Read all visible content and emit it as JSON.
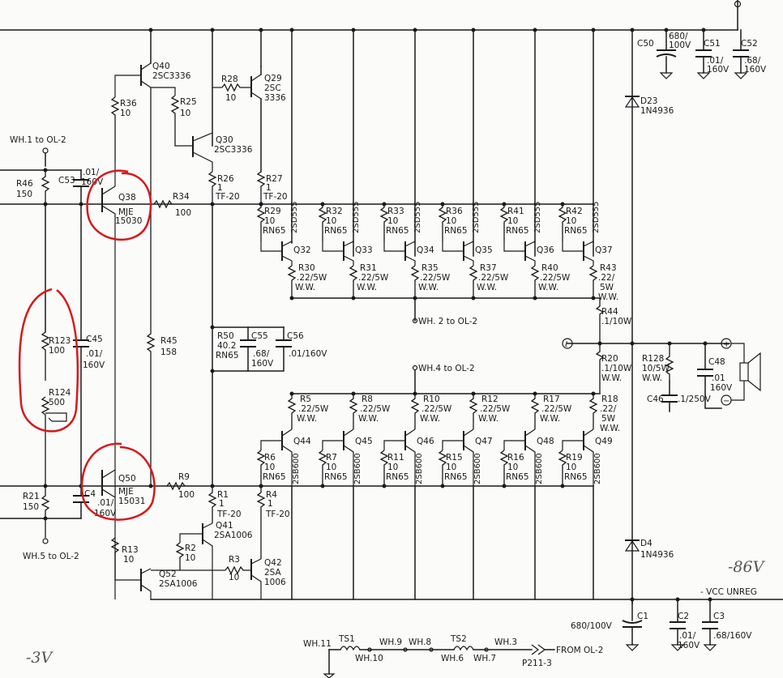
{
  "colors": {
    "ink": "#1a1a1a",
    "paper": "#fbfbfa",
    "annotation": "#d41a1a",
    "pencil": "#555555"
  },
  "notes": {
    "vneg": "-86V",
    "vneg3": "-3V"
  },
  "nets": {
    "wh1": "WH.1 to OL-2",
    "wh2": "WH. 2 to OL-2",
    "wh4": "WH.4 to OL-2",
    "wh5": "WH.5 to OL-2",
    "vcc": "- VCC  UNREG",
    "from": "FROM  OL-2",
    "p211": "P211-3",
    "wh11": "WH.11",
    "wh10": "WH.10",
    "wh9": "WH.9",
    "wh8": "WH.8",
    "wh6": "WH.6",
    "wh7": "WH.7",
    "wh3": "WH.3",
    "ts1": "TS1",
    "ts2": "TS2"
  },
  "top": {
    "q40": [
      "Q40",
      "2SC3336"
    ],
    "r36": [
      "R36",
      "10"
    ],
    "r28": [
      "R28",
      "10"
    ],
    "q29": [
      "Q29",
      "2SC",
      "3336"
    ],
    "r25": [
      "R25",
      "10"
    ],
    "q30": [
      "Q30",
      "2SC3336"
    ],
    "r26": [
      "R26",
      "1",
      "TF-20"
    ],
    "r27": [
      "R27",
      "1",
      "TF-20"
    ],
    "r46": [
      "R46",
      "150"
    ],
    "c53": [
      "C53",
      ".01/",
      "160V"
    ],
    "q38": [
      "Q38",
      "MJE",
      "15030"
    ],
    "r34": [
      "R34",
      "100"
    ],
    "c50": [
      "C50",
      "680/",
      "100V"
    ],
    "c51": [
      "C51",
      ".01/",
      "160V"
    ],
    "c52": [
      "C52",
      ".68/",
      "160V"
    ],
    "d23": [
      "D23",
      "1N4936"
    ]
  },
  "upper_outputs": [
    {
      "r": "R29",
      "rv": "10",
      "rt": "RN65",
      "q": "Q32",
      "rr": "R30",
      "rrv": ".22/5W",
      "pn": "2SD555"
    },
    {
      "r": "R32",
      "rv": "10",
      "rt": "RN65",
      "q": "Q33",
      "rr": "R31",
      "rrv": ".22/5W",
      "pn": "2SD555"
    },
    {
      "r": "R33",
      "rv": "10",
      "rt": "RN65",
      "q": "Q34",
      "rr": "R35",
      "rrv": ".22/5W",
      "pn": "2SD555"
    },
    {
      "r": "R36",
      "rv": "10",
      "rt": "RN65",
      "q": "Q35",
      "rr": "R37",
      "rrv": ".22/5W",
      "pn": "2SD555"
    },
    {
      "r": "R41",
      "rv": "10",
      "rt": "RN65",
      "q": "Q36",
      "rr": "R40",
      "rrv": ".22/5W",
      "pn": "2SD555"
    },
    {
      "r": "R42",
      "rv": "10",
      "rt": "RN65",
      "q": "Q37",
      "rr": "R43",
      "rrv": ".22/",
      "pn": "2SD555"
    }
  ],
  "lower_outputs": [
    {
      "rr": "R5",
      "rrv": ".22/5W",
      "q": "Q44",
      "r": "R6",
      "rv": "10",
      "rt": "RN65",
      "pn": "2SB600"
    },
    {
      "rr": "R8",
      "rrv": ".22/5W",
      "q": "Q45",
      "r": "R7",
      "rv": "10",
      "rt": "RN65",
      "pn": "2SB600"
    },
    {
      "rr": "R10",
      "rrv": ".22/5W",
      "q": "Q46",
      "r": "R11",
      "rv": "10",
      "rt": "RN65",
      "pn": "2SB600"
    },
    {
      "rr": "R12",
      "rrv": ".22/5W",
      "q": "Q47",
      "r": "R15",
      "rv": "10",
      "rt": "RN65",
      "pn": "2SB600"
    },
    {
      "rr": "R17",
      "rrv": ".22/5W",
      "q": "Q48",
      "r": "R16",
      "rv": "10",
      "rt": "RN65",
      "pn": "2SB600"
    },
    {
      "rr": "R18",
      "rrv": ".22/",
      "q": "Q49",
      "r": "R19",
      "rv": "10",
      "rt": "RN65",
      "pn": "2SB600"
    }
  ],
  "ww": "W.W.",
  "w5": "5W",
  "mid": {
    "r123": [
      "R123",
      "100"
    ],
    "r124": [
      "R124",
      "500"
    ],
    "c45": [
      "C45",
      ".01/",
      "160V"
    ],
    "r45": [
      "R45",
      "158"
    ],
    "r50": [
      "R50",
      "40.2",
      "RN65"
    ],
    "c55": [
      "C55",
      ".68/",
      "160V"
    ],
    "c56": [
      "C56",
      ".01/160V"
    ],
    "r44": [
      "R44",
      ".1/10W"
    ],
    "r20": [
      "R20",
      ".1/10W",
      "W.W."
    ],
    "r128": [
      "R128",
      "10/5W",
      "W.W."
    ],
    "c48": [
      "C48",
      ".01",
      "160V"
    ],
    "c46": [
      "C46",
      ".1/250V"
    ]
  },
  "bottom": {
    "q50": [
      "Q50",
      "MJE",
      "15031"
    ],
    "c4": [
      "C4",
      ".01/",
      "160V"
    ],
    "r21": [
      "R21",
      "150"
    ],
    "r9": [
      "R9",
      "100"
    ],
    "r1": [
      "R1",
      "1",
      "TF-20"
    ],
    "r4": [
      "R4",
      "1",
      "TF-20"
    ],
    "q41": [
      "Q41",
      "2SA1006"
    ],
    "r2": [
      "R2",
      "10"
    ],
    "r3": [
      "R3",
      "10"
    ],
    "q42": [
      "Q42",
      "2SA",
      "1006"
    ],
    "r13": [
      "R13",
      "10"
    ],
    "q52": [
      "Q52",
      "2SA1006"
    ],
    "d4": [
      "D4",
      "1N4936"
    ],
    "c1": [
      "C1",
      "680/100V"
    ],
    "c2": [
      "C2",
      ".01/",
      "160V"
    ],
    "c3": [
      "C3",
      ".68/160V"
    ]
  }
}
